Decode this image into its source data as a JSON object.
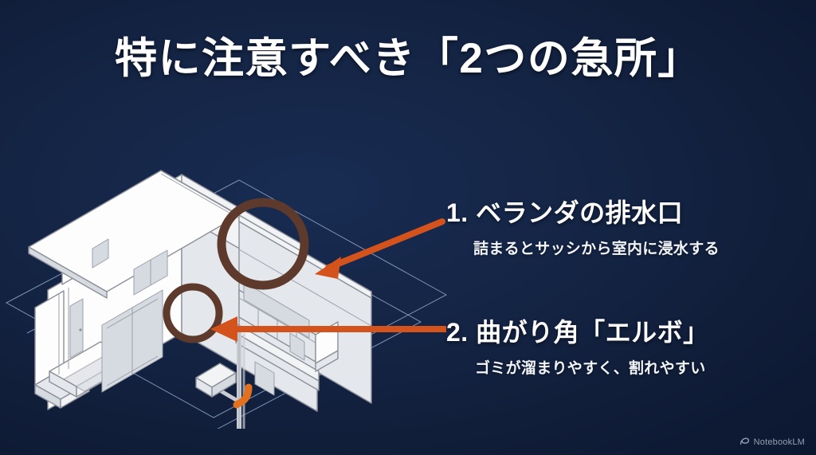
{
  "slide": {
    "background_color": "#142444",
    "title": "特に注意すべき「2つの急所」"
  },
  "callouts": [
    {
      "number": "1.",
      "heading": "ベランダの排水口",
      "subtitle": "詰まるとサッシから室内に浸水する",
      "marker_color": "#5d3a2b",
      "arrow_color": "#d4531c"
    },
    {
      "number": "2.",
      "heading": "曲がり角「エルボ」",
      "subtitle": "ゴミが溜まりやすく、割れやすい",
      "marker_color": "#5d3a2b",
      "arrow_color": "#d4531c"
    }
  ],
  "illustration": {
    "name": "isometric-two-story-house",
    "description": "白い二階建て住宅のアイソメ図",
    "house_fill": "#fdfdfd",
    "house_shade": "#e9ecef",
    "house_outline": "#8d9099",
    "ground_line_color": "#8fa3c4",
    "pipe_color": "#c9ccd2",
    "elbow_color": "#e2701f",
    "highlight_ring_color": "#5d3a2b",
    "arrow_color": "#d4531c"
  },
  "watermark": {
    "icon": "notebooklm-logo-icon",
    "label": "NotebookLM"
  }
}
